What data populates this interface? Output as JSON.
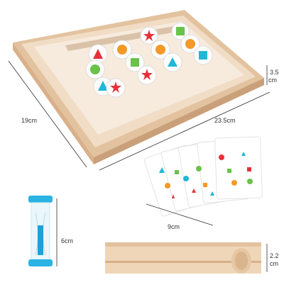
{
  "dimensions": {
    "width_label": "19cm",
    "length_label": "23.5cm",
    "height_label_value": "3.5",
    "height_label_unit": "cm",
    "cards_label": "9cm",
    "timer_label": "6cm",
    "bar_label_value": "2.2",
    "bar_label_unit": "cm"
  },
  "colors": {
    "wood": "#f2dcc1",
    "wood_dark": "#dcb994",
    "board_top": "#f6e9dc",
    "red": "#e8303a",
    "green": "#69c24a",
    "cyan": "#1fb8d6",
    "orange": "#f3992a",
    "timer_blue": "#2ab3e3"
  }
}
